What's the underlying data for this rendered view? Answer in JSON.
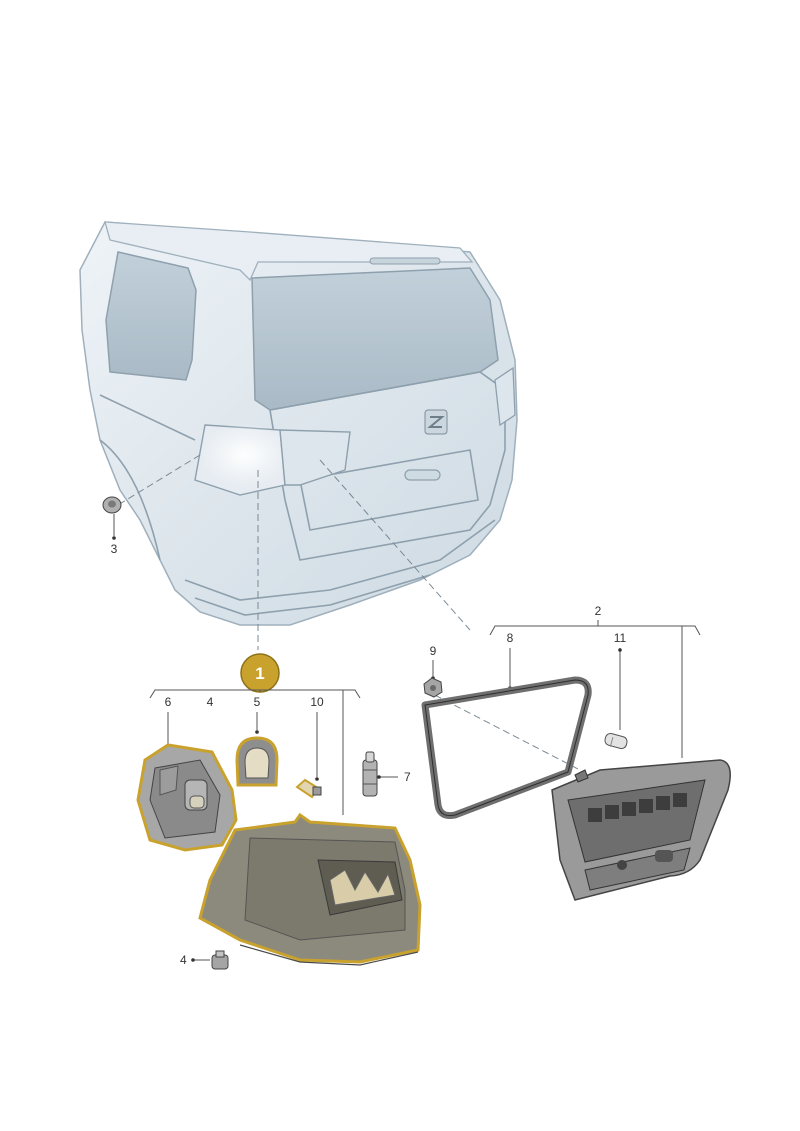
{
  "badge": {
    "label": "1",
    "color": "#c9a22e"
  },
  "callouts": {
    "c2": "2",
    "c3": "3",
    "c4a": "4",
    "c4b": "4",
    "c5": "5",
    "c6": "6",
    "c7": "7",
    "c8": "8",
    "c9": "9",
    "c10": "10",
    "c11": "11"
  },
  "car_logo": "SEAT",
  "colors": {
    "car": "#dfe8ef",
    "highlight": "#c9a22e",
    "part": "#8f8f8f"
  }
}
